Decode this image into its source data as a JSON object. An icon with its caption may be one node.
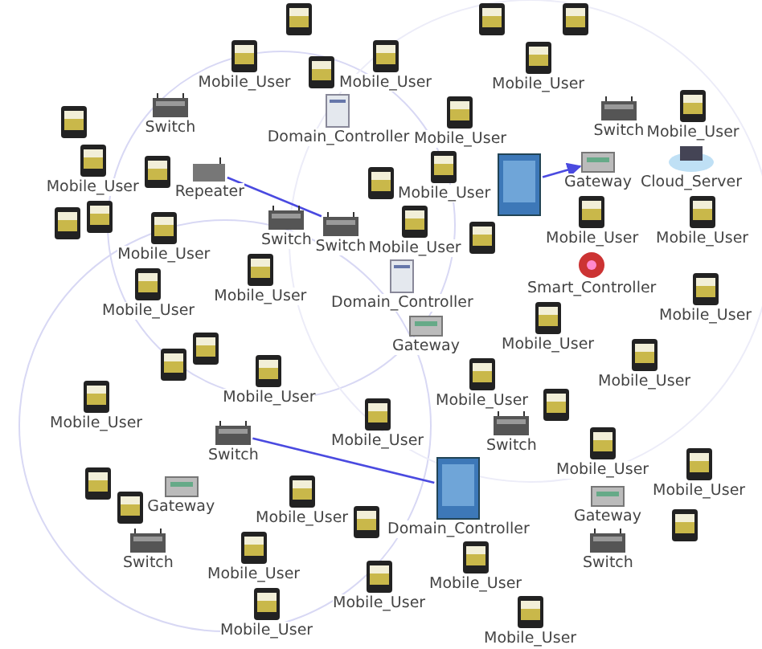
{
  "diagram": {
    "nodes": [
      {
        "text": [
          "Mobile_User"
        ]
      },
      {
        "text": [
          "Mobile_User"
        ]
      },
      {
        "text": [
          "Mobile_User"
        ]
      },
      {
        "text": [
          "Switch"
        ]
      },
      {
        "text": [
          "Mobile_User"
        ]
      },
      {
        "text": [
          "Cloud_Server"
        ]
      },
      {
        "text": [
          "Domain_Controller"
        ]
      },
      {
        "text": [
          "Gateway"
        ]
      },
      {
        "text": [
          "Mobile_User"
        ]
      },
      {
        "text": [
          "Repeater"
        ]
      },
      {
        "text": [
          "Mobile_User"
        ]
      },
      {
        "text": [
          "Switch"
        ]
      },
      {
        "text": [
          "Mobile_User"
        ]
      },
      {
        "text": [
          "Switch"
        ]
      },
      {
        "text": [
          "Mobile_User"
        ]
      },
      {
        "text": [
          "Mobile_User"
        ]
      },
      {
        "text": [
          "Switch"
        ]
      },
      {
        "text": [
          "Mobile_User"
        ]
      },
      {
        "text": [
          "Mobile_User"
        ]
      },
      {
        "text": [
          "Mobile_User"
        ]
      },
      {
        "text": [
          "Mobile_User"
        ]
      },
      {
        "text": [
          "Mobile_User"
        ]
      },
      {
        "text": [
          "Smart_Controller"
        ]
      },
      {
        "text": [
          "Mobile_User"
        ]
      },
      {
        "text": [
          "Domain_Controller"
        ]
      },
      {
        "text": [
          "Mobile_User"
        ]
      },
      {
        "text": [
          "Mobile_User"
        ]
      },
      {
        "text": [
          "Gateway"
        ]
      },
      {
        "text": [
          "Mobile_User"
        ]
      },
      {
        "text": [
          "Mobile_User"
        ]
      },
      {
        "text": [
          "Switch"
        ]
      },
      {
        "text": [
          "Switch"
        ]
      },
      {
        "text": [
          "Mobile_User"
        ]
      },
      {
        "text": [
          "Mobile_User"
        ]
      },
      {
        "text": [
          "Domain_Controller"
        ]
      },
      {
        "text": [
          "Gateway"
        ]
      },
      {
        "text": [
          "Gateway"
        ]
      },
      {
        "text": [
          "Mobile_User"
        ]
      },
      {
        "text": [
          "Mobile_User"
        ]
      },
      {
        "text": [
          "Mobile_User"
        ]
      },
      {
        "text": [
          "Mobile_User"
        ]
      },
      {
        "text": [
          "Switch"
        ]
      },
      {
        "text": [
          "Switch"
        ]
      },
      {
        "text": [
          "Mobile_User"
        ]
      },
      {
        "text": [
          "Mobile_User"
        ]
      },
      {
        "text": [
          "Mobile_User"
        ]
      },
      {
        "text": [],
        "shape": "picture"
      },
      {
        "text": [],
        "shape": "picture"
      },
      {
        "text": [],
        "shape": "picture"
      },
      {
        "text": [],
        "shape": "picture"
      },
      {
        "text": [],
        "shape": "picture"
      },
      {
        "text": [],
        "shape": "picture"
      },
      {
        "text": [],
        "shape": "picture"
      },
      {
        "text": [],
        "shape": "picture"
      },
      {
        "text": [],
        "shape": "picture"
      },
      {
        "text": [],
        "shape": "picture"
      },
      {
        "text": [],
        "shape": "picture"
      },
      {
        "text": [],
        "shape": "picture"
      },
      {
        "text": [],
        "shape": "picture"
      },
      {
        "text": [],
        "shape": "picture"
      },
      {
        "text": [],
        "shape": "picture"
      },
      {
        "text": [],
        "shape": "picture"
      },
      {
        "text": [],
        "shape": "picture"
      },
      {
        "text": [],
        "shape": "picture"
      }
    ],
    "edges": [
      {
        "from": 9,
        "to": 16,
        "arrow": "none"
      },
      {
        "from": 30,
        "to": 34,
        "arrow": "none"
      },
      {
        "from": 63,
        "to": 7,
        "arrow": "to"
      }
    ]
  }
}
